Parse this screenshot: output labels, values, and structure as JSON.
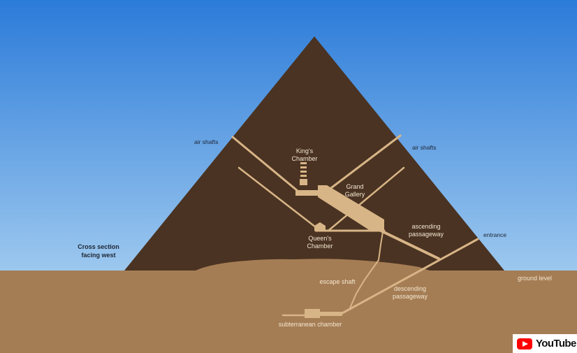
{
  "labels": {
    "air_shafts_left": "air shafts",
    "air_shafts_right": "air shafts",
    "kings_chamber_1": "King's",
    "kings_chamber_2": "Chamber",
    "grand_gallery_1": "Grand",
    "grand_gallery_2": "Gallery",
    "queens_chamber_1": "Queen's",
    "queens_chamber_2": "Chamber",
    "ascending_passageway_1": "ascending",
    "ascending_passageway_2": "passageway",
    "entrance": "entrance",
    "cross_section_1": "Cross section",
    "cross_section_2": "facing west",
    "ground_level": "ground level",
    "escape_shaft": "escape shaft",
    "descending_passageway_1": "descending",
    "descending_passageway_2": "passageway",
    "subterranean_chamber": "subterranean chamber"
  },
  "watermark": {
    "brand": "YouTube"
  },
  "colors": {
    "sky_top": "#2b7bd9",
    "sky_bottom": "#9ec9ef",
    "pyramid": "#4a3322",
    "ground": "#a57d55",
    "passage": "#d8b587",
    "label_light": "#f3e6cf",
    "label_dark": "#1d2533"
  }
}
